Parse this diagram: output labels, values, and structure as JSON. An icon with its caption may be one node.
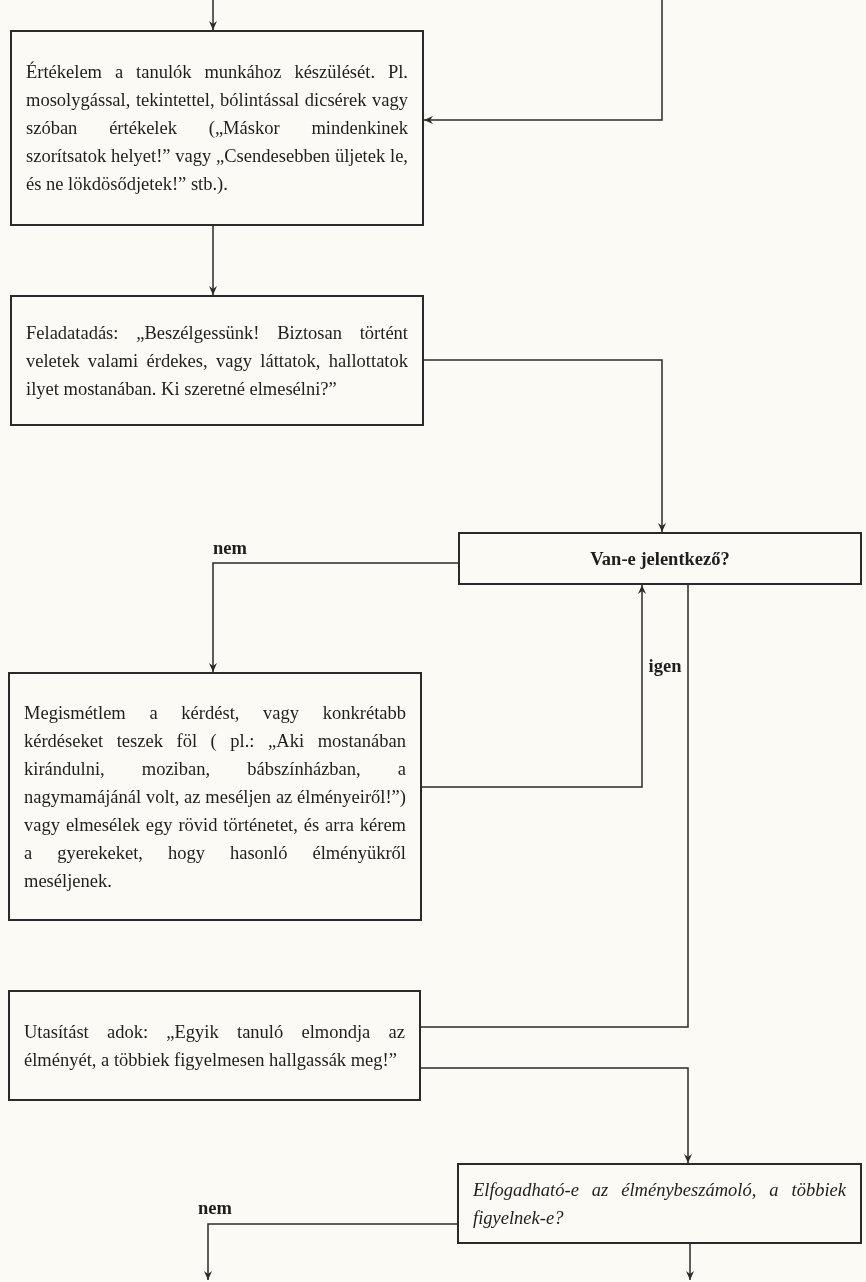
{
  "diagram": {
    "nodes": [
      {
        "text": [
          "Értékelem a tanulók munkához készülését. Pl. mosolygással, tekintettel, bólintással dicsérek vagy szóban értékelek („Máskor mindenkinek szorítsatok helyet!” vagy „Csendesebben üljetek le, és ne lökdösődjetek!” stb.)."
        ]
      },
      {
        "text": [
          "Feladatadás: „Beszélgessünk! Biztosan történt veletek valami érdekes, vagy láttatok, hallottatok ilyet mostanában. Ki szeretné elmesélni?”"
        ]
      },
      {
        "text": [
          "Van-e jelentkező?"
        ]
      },
      {
        "text": [
          "Megismétlem a kérdést, vagy konkrétabb kérdéseket teszek föl ( pl.: „Aki mostanában kirándulni, moziban, bábszínházban, a nagymamájánál volt, az meséljen az élményeiről!”) vagy elmesélek egy rövid történetet, és arra kérem a gyerekeket, hogy hasonló élményükről meséljenek."
        ]
      },
      {
        "text": [
          "Utasítást adok: „Egyik tanuló elmondja az élményét, a többiek figyelmesen hallgassák meg!”"
        ]
      },
      {
        "text": [
          "Elfogadható-e az élménybeszámoló, a többiek figyelnek-e?"
        ]
      }
    ],
    "edges": [
      {
        "from": null,
        "to": 0,
        "arrow": "to"
      },
      {
        "from": null,
        "to": 0,
        "arrow": "to"
      },
      {
        "from": 0,
        "to": 1,
        "arrow": "to"
      },
      {
        "from": 1,
        "to": 2,
        "arrow": "to"
      },
      {
        "from": 2,
        "to": 3,
        "arrow": "to",
        "label": "nem"
      },
      {
        "from": 3,
        "to": 2,
        "arrow": "to"
      },
      {
        "from": 2,
        "to": 4,
        "arrow": "to",
        "label": "igen"
      },
      {
        "from": 4,
        "to": 5,
        "arrow": "to"
      },
      {
        "from": 5,
        "to": null,
        "arrow": "to",
        "label": "nem"
      },
      {
        "from": 5,
        "to": null,
        "arrow": "to"
      }
    ]
  }
}
